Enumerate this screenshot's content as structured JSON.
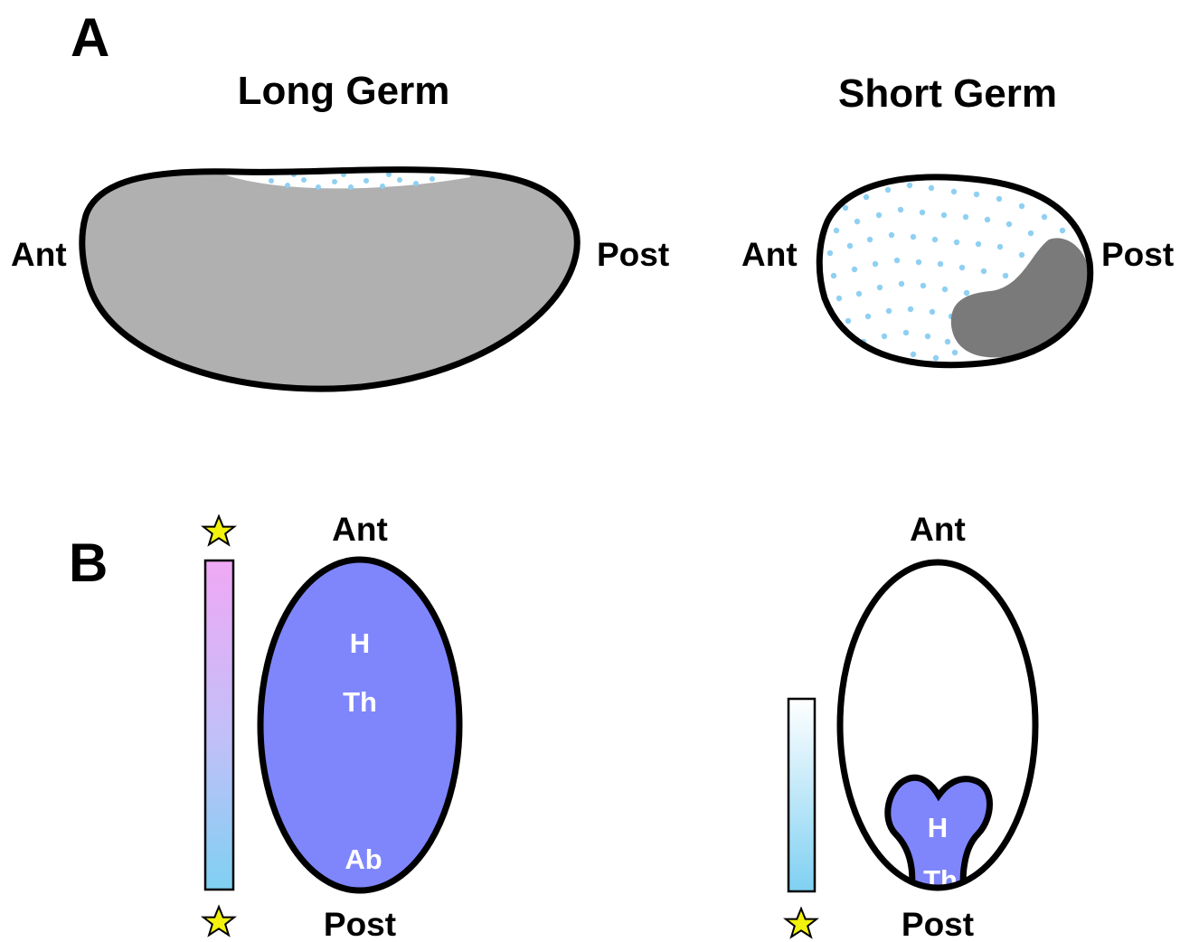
{
  "panel_a": {
    "label": "A",
    "long_germ": {
      "title": "Long Germ",
      "ant": "Ant",
      "post": "Post"
    },
    "short_germ": {
      "title": "Short Germ",
      "ant": "Ant",
      "post": "Post"
    }
  },
  "panel_b": {
    "label": "B",
    "long_germ": {
      "ant": "Ant",
      "post": "Post",
      "segments": [
        "H",
        "Th",
        "Ab"
      ]
    },
    "short_germ": {
      "ant": "Ant",
      "post": "Post",
      "segments": [
        "H",
        "Th"
      ]
    }
  },
  "colors": {
    "embryo_grey": "#b0b0b0",
    "germ_band_dark": "#7a7a7a",
    "dots": "#8fd0f2",
    "blastoderm_blue": "#7f86fb",
    "gradient_top": "#f0a8f5",
    "gradient_bottom": "#7fd0f2",
    "star": "#f2f20e",
    "outline": "#000000"
  }
}
